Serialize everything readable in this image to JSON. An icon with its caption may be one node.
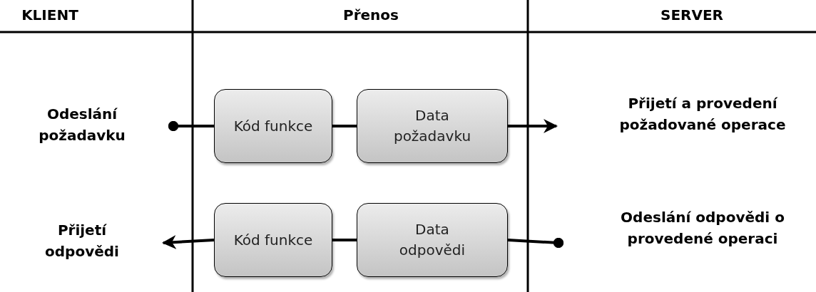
{
  "diagram": {
    "nodes": [
      {
        "text": [
          "Kód funkce"
        ]
      },
      {
        "text": [
          "Data požadavku"
        ]
      },
      {
        "text": [
          "Kód funkce"
        ]
      },
      {
        "text": [
          "Data odpovědi"
        ]
      }
    ],
    "edges": [
      {
        "from": null,
        "to": 0,
        "arrow": "other"
      },
      {
        "from": 0,
        "to": 1,
        "arrow": "none"
      },
      {
        "from": 1,
        "to": null,
        "arrow": "to"
      },
      {
        "from": null,
        "to": 3,
        "arrow": "other"
      },
      {
        "from": 3,
        "to": 2,
        "arrow": "none"
      },
      {
        "from": 2,
        "to": null,
        "arrow": "to"
      }
    ],
    "labels": [
      "KLIENT",
      "Přenos",
      "SERVER",
      "Odeslání požadavku",
      "Přijetí a provedení požadované operace",
      "Přijetí odpovědi",
      "Odeslání odpovědi o provedené operaci"
    ]
  }
}
